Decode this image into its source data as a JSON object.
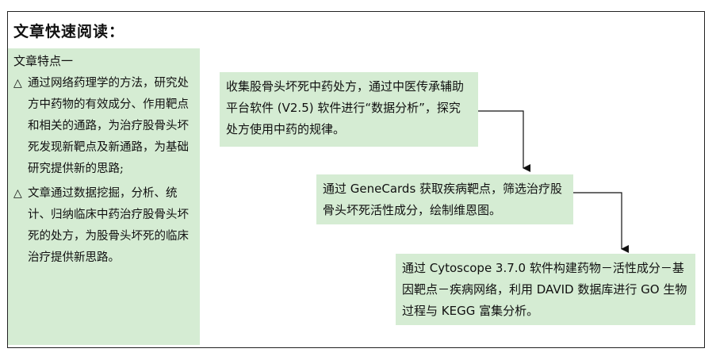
{
  "heading": "文章快速阅读：",
  "features": {
    "title": "文章特点一",
    "bullets": [
      {
        "mark": "△",
        "text": "通过网络药理学的方法，研究处方中药物的有效成分、作用靶点和相关的通路，为治疗股骨头坏死发现新靶点及新通路，为基础研究提供新的思路;"
      },
      {
        "mark": "△",
        "text": "文章通过数据挖掘，分析、统计、归纳临床中药治疗股骨头坏死的处方，为股骨头坏死的临床治疗提供新思路。"
      }
    ]
  },
  "steps": [
    {
      "text": "收集股骨头坏死中药处方，通过中医传承辅助平台软件 (V2.5) 软件进行“数据分析”，探究处方使用中药的规律。"
    },
    {
      "text": "通过 GeneCards 获取疾病靶点，筛选治疗股骨头坏死活性成分，绘制维恩图。"
    },
    {
      "text": "通过 Cytoscope 3.7.0 软件构建药物－活性成分－基因靶点－疾病网络，利用 DAVID 数据库进行 GO 生物过程与 KEGG 富集分析。"
    }
  ],
  "colors": {
    "box_fill": "#d5ecd3",
    "border": "#222222",
    "arrow": "#111111"
  }
}
